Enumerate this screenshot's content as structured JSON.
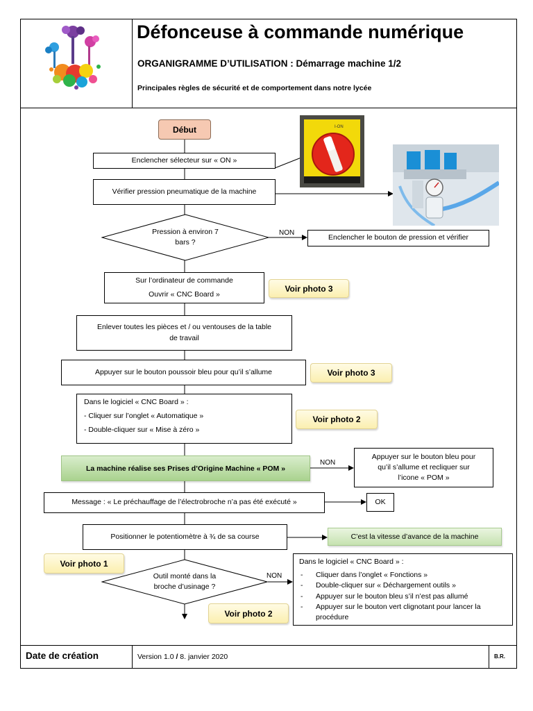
{
  "header": {
    "title": "Défonceuse à commande numérique",
    "subtitle": "ORGANIGRAMME D’UTILISATION : Démarrage machine 1/2",
    "tagline": "Principales règles de sécurité et de comportement dans notre lycée"
  },
  "flow": {
    "start": "Début",
    "step_selector": "Enclencher sélecteur sur « ON »",
    "step_pressure_check": "Vérifier pression pneumatique de la machine",
    "decision_pressure_line1": "Pression à environ 7",
    "decision_pressure_line2": "bars ?",
    "no_label": "NON",
    "step_pressure_button": "Enclencher le bouton de pression et vérifier",
    "step_computer_line1": "Sur l’ordinateur de commande",
    "step_computer_line2": "Ouvrir « CNC Board »",
    "step_remove_line1": "Enlever toutes les pièces et / ou ventouses de la table",
    "step_remove_line2": "de travail",
    "step_blue_button": "Appuyer sur le bouton poussoir bleu pour qu’il s’allume",
    "step_software_title": "Dans le logiciel « CNC Board » :",
    "step_software_item1": "- Cliquer sur l’onglet « Automatique »",
    "step_software_item2": "- Double-cliquer sur « Mise à zéro »",
    "step_pom": "La machine réalise ses Prises d’Origine Machine « POM »",
    "step_pom_no_line1": "Appuyer sur le bouton bleu pour",
    "step_pom_no_line2": "qu’il s’allume et recliquer sur",
    "step_pom_no_line3": "l’icone « POM »",
    "step_message": "Message : « Le préchauffage de l’électrobroche n’a pas été exécuté »",
    "step_ok": "OK",
    "step_potentiometer": "Positionner le potentiomètre à ¾ de sa course",
    "note_speed": "C’est la vitesse d’avance de la machine",
    "decision_tool_line1": "Outil monté dans la",
    "decision_tool_line2": "broche d’usinage ?",
    "step_tool_title": "Dans le logiciel « CNC Board » :",
    "step_tool_items": [
      "Cliquer dans l’onglet « Fonctions »",
      "Double-cliquer sur « Déchargement outils »",
      "Appuyer sur le bouton bleu s’il n’est pas allumé",
      "Appuyer sur le bouton vert clignotant pour lancer la procédure"
    ]
  },
  "photos": {
    "photo3_a": "Voir photo 3",
    "photo3_b": "Voir photo 3",
    "photo2_a": "Voir photo 2",
    "photo1": "Voir photo 1",
    "photo2_b": "Voir photo 2"
  },
  "footer": {
    "date_label": "Date de création",
    "version_prefix": "Version 1.0 ",
    "version_sep": "/",
    "version_date": " 8. janvier 2020",
    "initials": "B.R."
  },
  "colors": {
    "start": "#f6c9b2",
    "photo_button": "#fbefb0",
    "highlight_green": "#a9d28e",
    "selector_yellow": "#f2d90a",
    "selector_red": "#e3261b",
    "valve_blue": "#1a8fd6"
  }
}
